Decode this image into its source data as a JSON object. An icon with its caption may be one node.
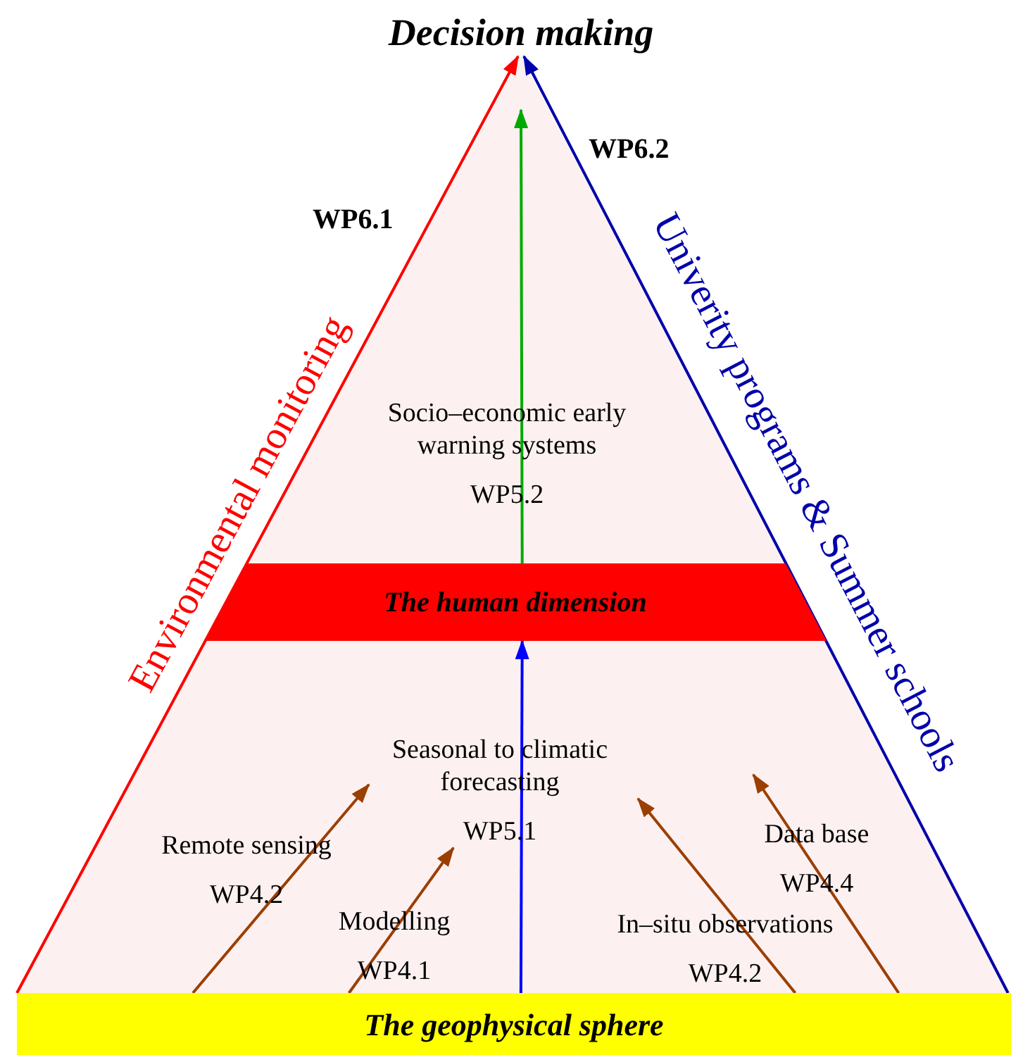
{
  "diagram": {
    "nodes": [
      {
        "text": [
          "Decision making"
        ]
      },
      {
        "text": [
          "The geophysical sphere"
        ]
      },
      {
        "text": [
          "The human dimension"
        ]
      },
      {
        "text": [
          "Socio–economic early warning systems",
          "WP5.2"
        ]
      },
      {
        "text": [
          "Seasonal to climatic forecasting",
          "WP5.1"
        ]
      },
      {
        "text": [
          "Remote sensing",
          "WP4.2"
        ]
      },
      {
        "text": [
          "Modelling",
          "WP4.1"
        ]
      },
      {
        "text": [
          "In–situ observations",
          "WP4.2"
        ]
      },
      {
        "text": [
          "Data base",
          "WP4.4"
        ]
      }
    ],
    "edges": [
      {
        "from": 1,
        "to": 0,
        "arrow": "to",
        "label": "Environmental monitoring",
        "color": "#ff0000"
      },
      {
        "from": 1,
        "to": 0,
        "arrow": "to",
        "label": "Univerity programs & Summer schools",
        "color": "#0000aa"
      },
      {
        "from": 2,
        "to": null,
        "arrow": "to",
        "color": "#00aa00"
      },
      {
        "from": 1,
        "to": 2,
        "arrow": "to",
        "color": "#0000ff"
      },
      {
        "from": 1,
        "to": 4,
        "arrow": "to",
        "color": "#9a3f00"
      },
      {
        "from": 1,
        "to": 4,
        "arrow": "to",
        "color": "#9a3f00"
      },
      {
        "from": 1,
        "to": 4,
        "arrow": "to",
        "color": "#9a3f00"
      },
      {
        "from": 1,
        "to": 8,
        "arrow": "to",
        "color": "#9a3f00"
      }
    ],
    "labels": [
      "WP6.1",
      "WP6.2"
    ]
  }
}
